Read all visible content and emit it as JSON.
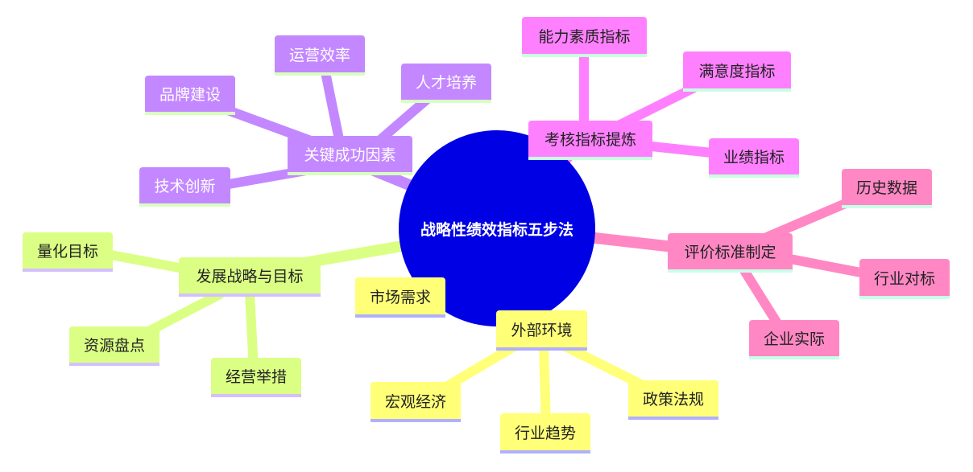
{
  "center": "战略性绩效指标五步法",
  "branches": {
    "success_factors": {
      "label": "关键成功因素",
      "children": [
        "品牌建设",
        "运营效率",
        "人才培养",
        "技术创新"
      ]
    },
    "indicators": {
      "label": "考核指标提炼",
      "children": [
        "能力素质指标",
        "满意度指标",
        "业绩指标"
      ]
    },
    "standards": {
      "label": "评价标准制定",
      "children": [
        "历史数据",
        "行业对标",
        "企业实际"
      ]
    },
    "strategy": {
      "label": "发展战略与目标",
      "children": [
        "量化目标",
        "资源盘点",
        "经营举措"
      ]
    },
    "environment": {
      "label": "外部环境",
      "children": [
        "市场需求",
        "宏观经济",
        "行业趋势",
        "政策法规"
      ]
    }
  },
  "colors": {
    "center": "#0000e5",
    "purple": "#c388ff",
    "magenta": "#ff80ff",
    "pink": "#ff88c4",
    "green": "#dbff84",
    "yellow": "#ffff78"
  }
}
